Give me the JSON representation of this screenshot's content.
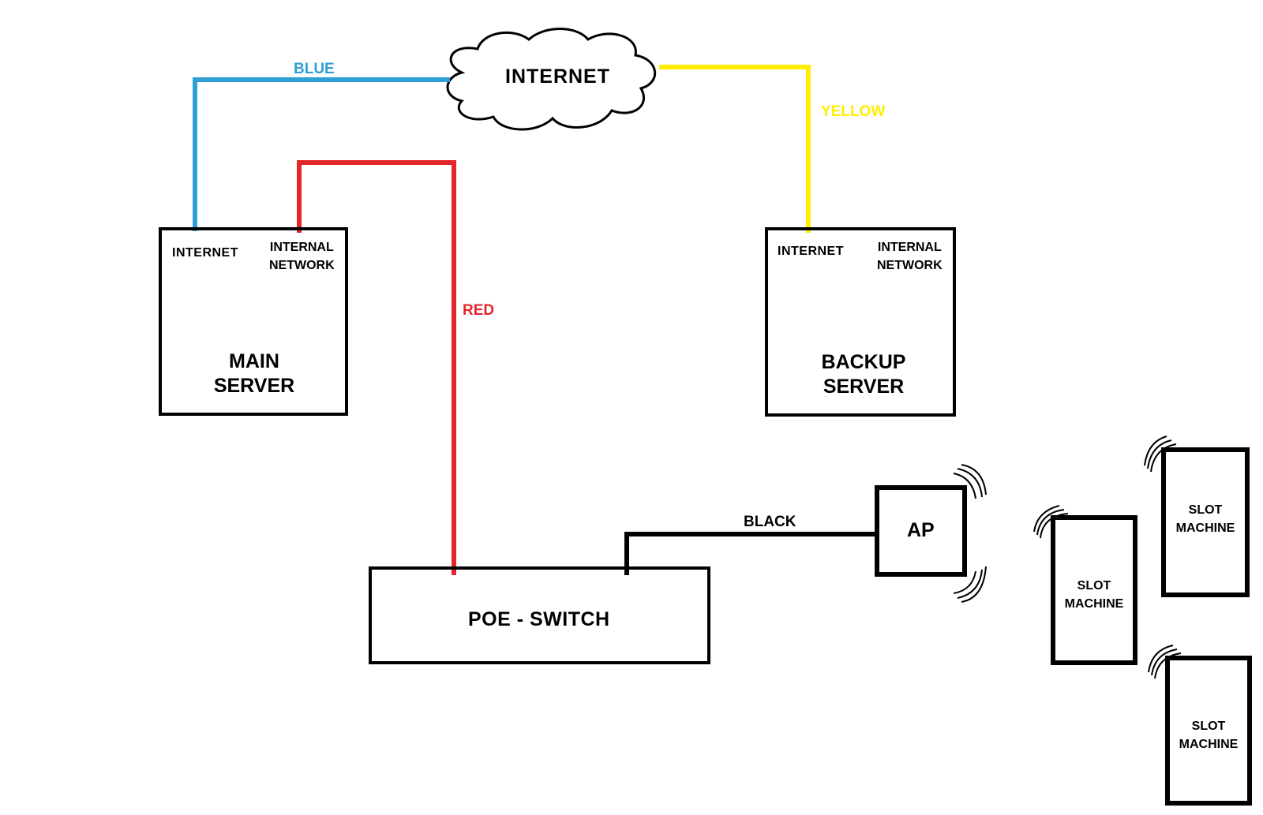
{
  "cloud": {
    "label": "INTERNET"
  },
  "wires": {
    "blue": {
      "label": "BLUE",
      "color": "#2ea0d6"
    },
    "yellow": {
      "label": "YELLOW",
      "color": "#ffee00"
    },
    "red": {
      "label": "RED",
      "color": "#e3262b"
    },
    "black": {
      "label": "BLACK",
      "color": "#000000"
    }
  },
  "main_server": {
    "port_internet": "INTERNET",
    "port_internal_1": "INTERNAL",
    "port_internal_2": "NETWORK",
    "name_1": "MAIN",
    "name_2": "SERVER"
  },
  "backup_server": {
    "port_internet": "INTERNET",
    "port_internal_1": "INTERNAL",
    "port_internal_2": "NETWORK",
    "name_1": "BACKUP",
    "name_2": "SERVER"
  },
  "switch": {
    "label": "POE - SWITCH"
  },
  "ap": {
    "label": "AP"
  },
  "slot_machines": [
    {
      "line_1": "SLOT",
      "line_2": "MACHINE"
    },
    {
      "line_1": "SLOT",
      "line_2": "MACHINE"
    },
    {
      "line_1": "SLOT",
      "line_2": "MACHINE"
    }
  ]
}
